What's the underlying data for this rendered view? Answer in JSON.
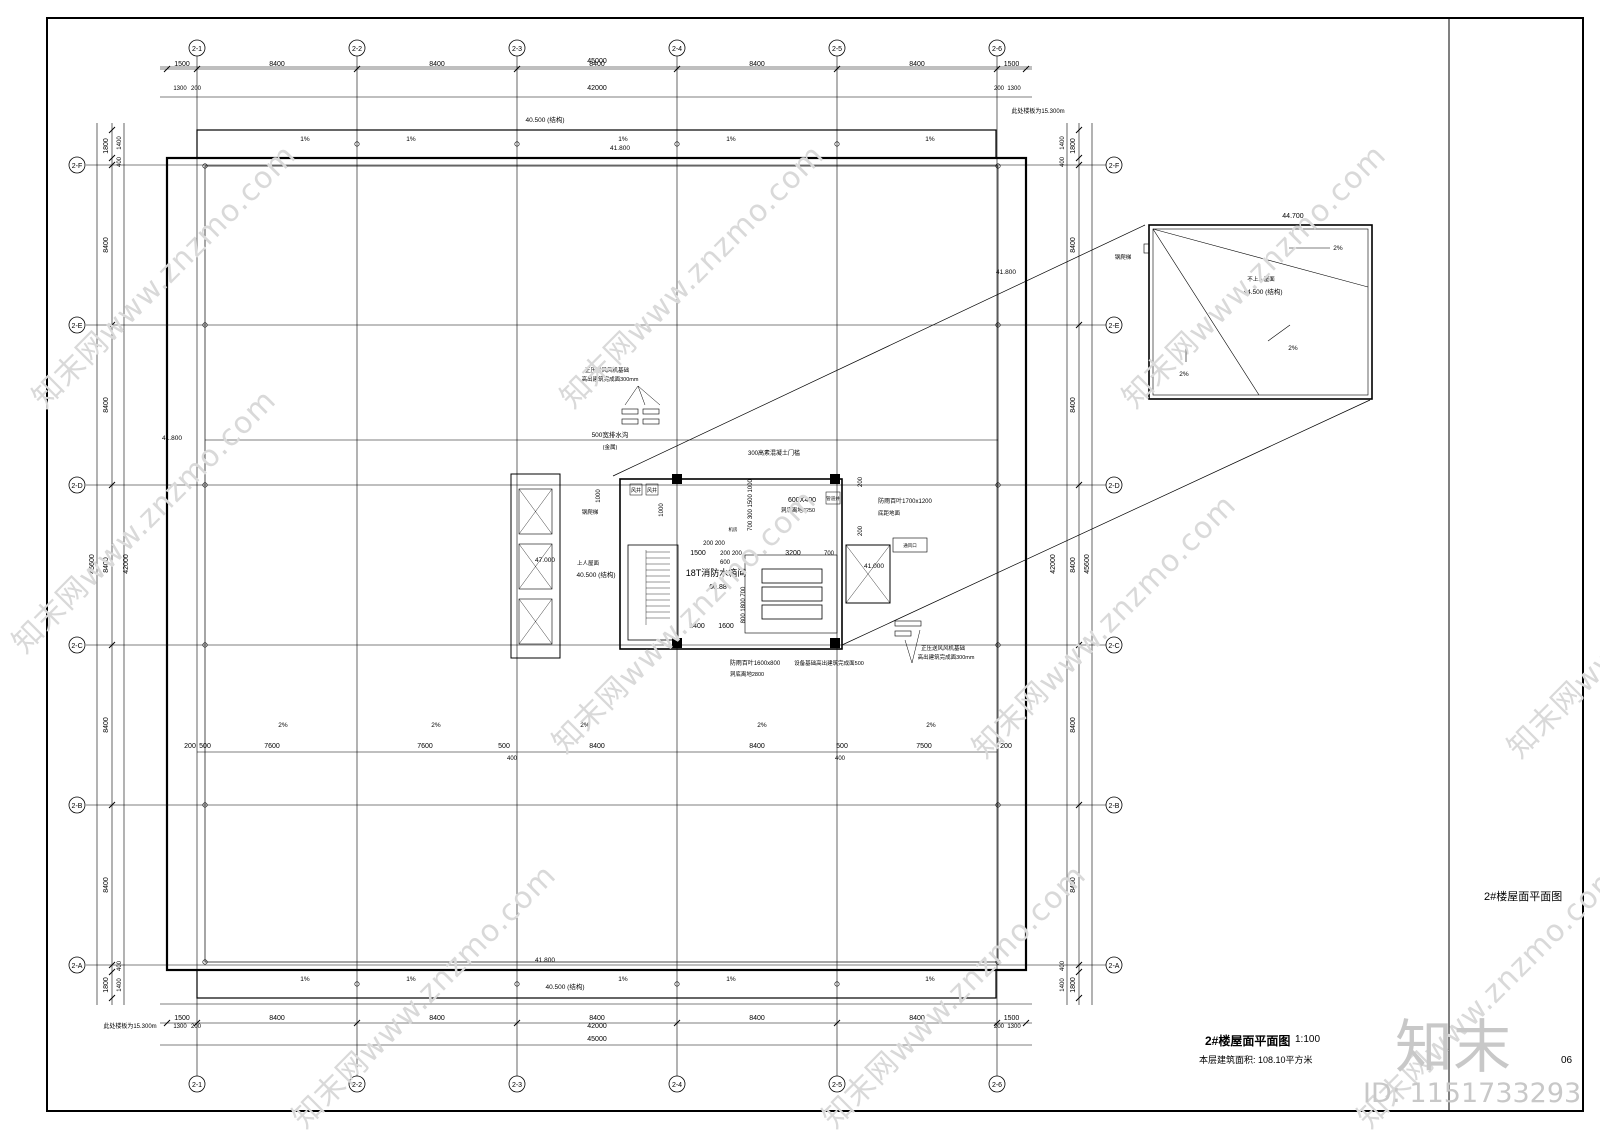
{
  "axes": {
    "columns": [
      "2-1",
      "2-2",
      "2-3",
      "2-4",
      "2-5",
      "2-6"
    ],
    "rows": [
      "2-F",
      "2-E",
      "2-D",
      "2-C",
      "2-B",
      "2-A"
    ]
  },
  "dims": {
    "overall_horizontal": "45000",
    "inner_horizontal": "42000",
    "overall_vertical": "45600",
    "inner_vertical": "42000",
    "bays": [
      "1500",
      "8400",
      "8400",
      "8400",
      "8400",
      "8400",
      "1500"
    ],
    "sub_left": "1300",
    "sub_left2": "200",
    "sub_right": "200",
    "sub_right2": "1300",
    "v_1800": "1800",
    "v_1400": "1400",
    "v_400": "400",
    "v_8400": "8400",
    "mid_gaps": [
      "200",
      "500",
      "7600",
      "7600",
      "500",
      "8400",
      "8400",
      "500",
      "7500",
      "200"
    ],
    "mid_400": "400"
  },
  "labels": {
    "parapet_top": "40.500 (结构)",
    "edge_top": "41.800",
    "parapet_bottom": "40.500 (结构)",
    "edge_bottom": "41.800",
    "edge_left": "41.800",
    "edge_right": "41.800",
    "slope_1pct": "1%",
    "slope_2pct": "2%",
    "canopy_note_top": "此处楼板为15.300m",
    "canopy_note_bottom": "此处楼板为15.300m",
    "gutter": "500宽排水沟",
    "gutter_sub": "(金属)",
    "fan_note_1": "正压送风风机基础",
    "fan_note_2": "高出建筑完成面300mm",
    "fan_note_3": "正压送风风机基础",
    "fan_note_4": "高出建筑完成面300mm",
    "roof_access": "上人屋面",
    "roof_level": "40.500 (结构)",
    "elev_47": "47.000",
    "elev_41": "41.000",
    "tank": "18T消防水箱间",
    "tank_level": "60.88",
    "parapet_door": "300高素混凝土门槛",
    "duct": "600X400",
    "duct_sub": "洞底离地3250",
    "louver1": "防雨百叶1700x1200",
    "louver1_sub": "底距地面",
    "louver2": "防雨百叶1600x800",
    "louver2_sub": "洞底离地2800",
    "equip_base": "设备基础高出建筑完成面500",
    "steel_ladder": "钢爬梯",
    "fan": "风井",
    "pipe": "管道井",
    "d1500": "1500",
    "d3200": "3200",
    "d1400": "1400",
    "d1600": "1600",
    "d700": "700",
    "d1000": "1000",
    "d600": "600",
    "d200": "200",
    "room_tag": "机房",
    "vent_tag": "通风口",
    "d_stack": "700 300 1500 1000",
    "d_stack2": "200 200",
    "d_stack3": "800 1800 700",
    "d_stack4": "200 200"
  },
  "inset": {
    "level_top": "44.700",
    "ladder": "钢爬梯",
    "slope_1": "2%",
    "slope_2": "2%",
    "slope_3": "2%",
    "note": "不上人屋面",
    "level_struct": "44.500 (结构)"
  },
  "title_block": {
    "title": "2#楼屋面平面图",
    "scale": "1:100",
    "area": "本层建筑面积: 108.10平方米",
    "side_title": "2#楼屋面平面图",
    "sheet_no": "06"
  },
  "watermark": {
    "text": "知末网www.znzmo.com",
    "brand": "知末",
    "id": "ID: 1151733293"
  },
  "colors": {
    "line": "#000000",
    "watermark": "#d9d9d9"
  }
}
